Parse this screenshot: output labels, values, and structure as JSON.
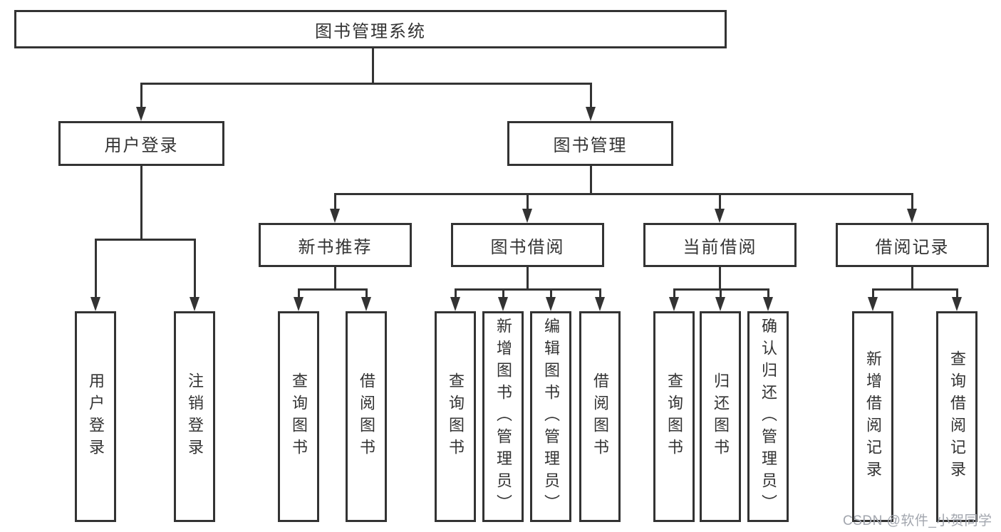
{
  "diagram": {
    "title": "图书管理系统",
    "root": {
      "label": "图书管理系统"
    },
    "level2": [
      {
        "label": "用户登录"
      },
      {
        "label": "图书管理"
      }
    ],
    "level3": [
      {
        "label": "新书推荐",
        "parent": "图书管理"
      },
      {
        "label": "图书借阅",
        "parent": "图书管理"
      },
      {
        "label": "当前借阅",
        "parent": "图书管理"
      },
      {
        "label": "借阅记录",
        "parent": "图书管理"
      }
    ],
    "leaves": [
      {
        "label": "用户登录",
        "parent": "用户登录"
      },
      {
        "label": "注销登录",
        "parent": "用户登录"
      },
      {
        "label": "查询图书",
        "parent": "新书推荐"
      },
      {
        "label": "借阅图书",
        "parent": "新书推荐"
      },
      {
        "label": "查询图书",
        "parent": "图书借阅"
      },
      {
        "label": "新增图书（管理员）",
        "parent": "图书借阅"
      },
      {
        "label": "编辑图书（管理员）",
        "parent": "图书借阅"
      },
      {
        "label": "借阅图书",
        "parent": "图书借阅"
      },
      {
        "label": "查询图书",
        "parent": "当前借阅"
      },
      {
        "label": "归还图书",
        "parent": "当前借阅"
      },
      {
        "label": "确认归还（管理员）",
        "parent": "当前借阅"
      },
      {
        "label": "新增借阅记录",
        "parent": "借阅记录"
      },
      {
        "label": "查询借阅记录",
        "parent": "借阅记录"
      }
    ],
    "colors": {
      "line": "#333333",
      "box_border": "#333333",
      "text": "#333333",
      "background": "#ffffff"
    }
  },
  "watermark": {
    "text": "CSDN @软件_小贺同学",
    "color": "#a2a6ae"
  }
}
